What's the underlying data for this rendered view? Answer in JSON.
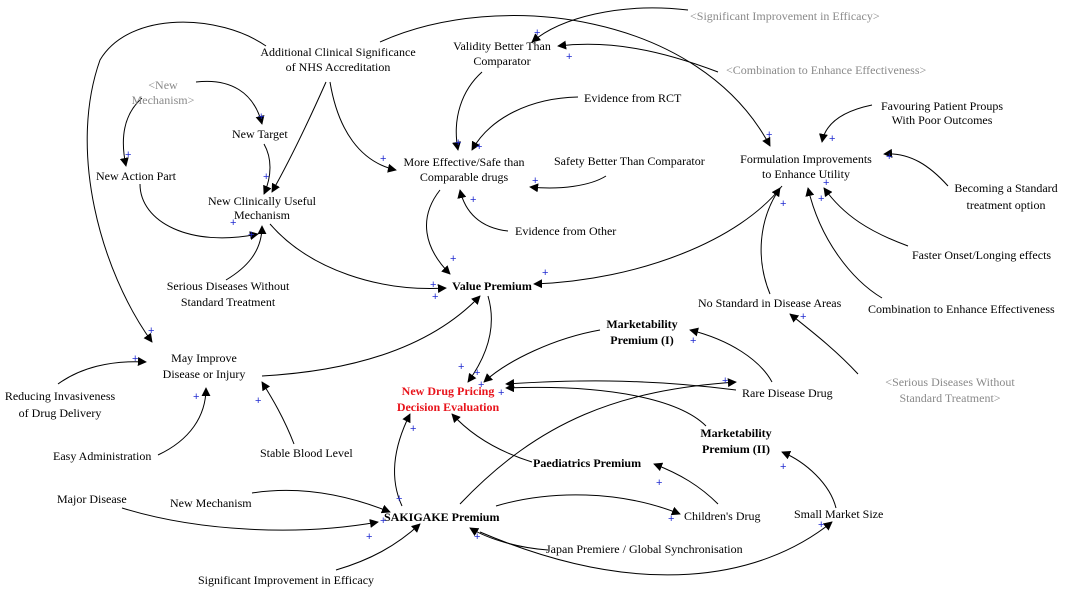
{
  "colors": {
    "text": "#000000",
    "shadow_text": "#8a8a8a",
    "highlight": "#e8141c",
    "polarity": "#1f2ad0",
    "arrow": "#000000"
  },
  "polarity_sign": "+",
  "nodes": {
    "significant_improvement_shadow": "<Significant Improvement in Efficacy>",
    "validity_better": [
      "Validity Better Than",
      "Comparator"
    ],
    "additional_clinical": [
      "Additional Clinical Significance",
      "of NHS Accreditation"
    ],
    "new_mechanism_shadow": [
      "<New",
      "Mechanism>"
    ],
    "combination_shadow": "<Combination to Enhance Effectiveness>",
    "evidence_rct": "Evidence from RCT",
    "favouring_patient": [
      "Favouring Patient Proups",
      "With Poor Outcomes"
    ],
    "new_target": "New Target",
    "more_effective": [
      "More Effective/Safe than",
      "Comparable drugs"
    ],
    "safety_better": "Safety Better Than Comparator",
    "formulation_improvements": [
      "Formulation Improvements",
      "to Enhance Utility"
    ],
    "new_action_part": "New Action Part",
    "becoming_standard": [
      "Becoming a Standard",
      "treatment option"
    ],
    "new_clinically_useful": [
      "New Clinically Useful",
      "Mechanism"
    ],
    "evidence_other": "Evidence from Other",
    "faster_onset": "Faster Onset/Longing effects",
    "serious_diseases": [
      "Serious Diseases Without",
      "Standard Treatment"
    ],
    "value_premium": "Value Premium",
    "no_standard": "No Standard in Disease Areas",
    "combination": "Combination to Enhance Effectiveness",
    "marketability_1": [
      "Marketability",
      "Premium (I)"
    ],
    "may_improve": [
      "May Improve",
      "Disease or Injury"
    ],
    "serious_shadow": [
      "<Serious Diseases Without",
      "Standard Treatment>"
    ],
    "new_drug_pricing": [
      "New Drug Pricing",
      "Decision Evaluation"
    ],
    "rare_disease": "Rare Disease Drug",
    "reducing_invasiveness": [
      "Reducing Invasiveness",
      "of Drug Delivery"
    ],
    "marketability_2": [
      "Marketability",
      "Premium (II)"
    ],
    "easy_administration": "Easy Administration",
    "stable_blood": "Stable Blood Level",
    "paediatrics_premium": "Paediatrics Premium",
    "major_disease": "Major Disease",
    "new_mechanism": "New Mechanism",
    "sakigake_premium": "SAKIGAKE Premium",
    "childrens_drug": "Children's Drug",
    "small_market": "Small Market Size",
    "japan_premiere": "Japan Premiere / Global Synchronisation",
    "significant_improvement": "Significant Improvement in Efficacy"
  }
}
